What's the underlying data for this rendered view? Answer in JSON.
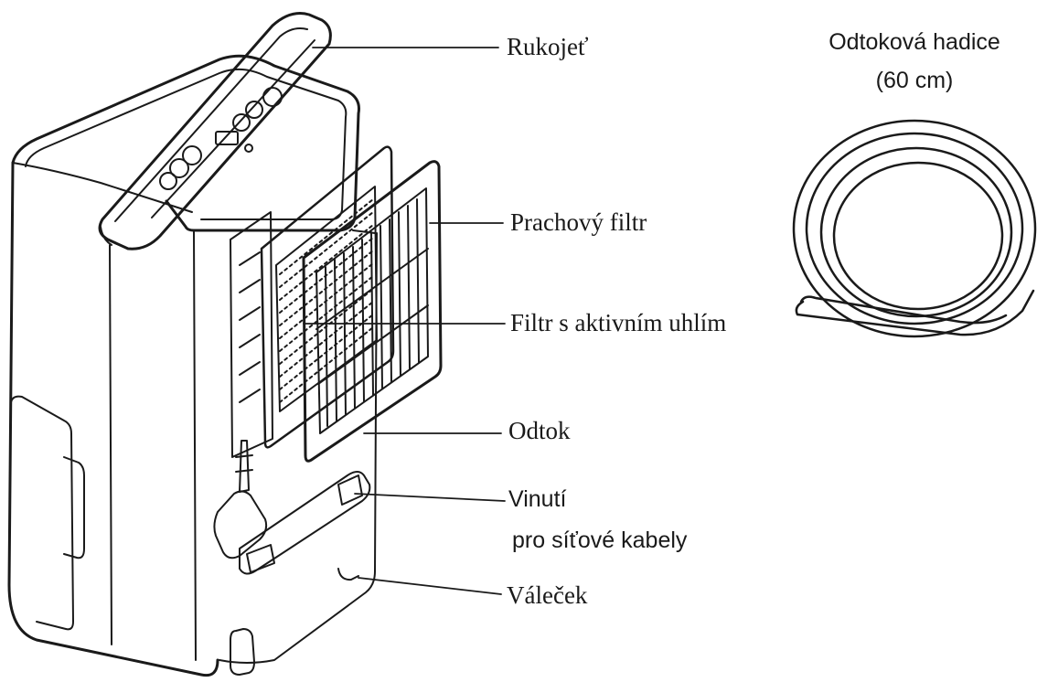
{
  "labels": {
    "handle": "Rukojeť",
    "dust_filter": "Prachový filtr",
    "carbon_filter": "Filtr s aktivním uhlím",
    "drain": "Odtok",
    "cable_wrap_line1": "Vinutí",
    "cable_wrap_line2": "pro síťové kabely",
    "wheel": "Váleček",
    "hose_line1": "Odtoková hadice",
    "hose_line2": "(60 cm)"
  },
  "colors": {
    "line": "#1a1a1a",
    "background": "#ffffff"
  }
}
